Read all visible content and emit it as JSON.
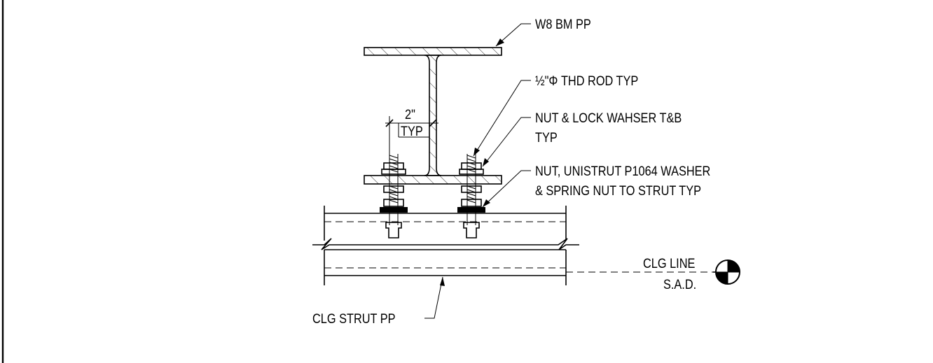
{
  "labels": {
    "beam": "W8 BM PP",
    "rod": "½\"Φ THD ROD TYP",
    "nut_lock_1": "NUT & LOCK WAHSER T&B",
    "nut_lock_2": "TYP",
    "unistrut_1": "NUT, UNISTRUT P1064 WASHER",
    "unistrut_2": "& SPRING NUT TO STRUT TYP",
    "dim_value": "2\"",
    "dim_typ": "TYP",
    "clg_line": "CLG LINE",
    "sad": "S.A.D.",
    "clg_strut": "CLG STRUT PP"
  },
  "colors": {
    "ink": "#000000",
    "paper": "#ffffff"
  }
}
